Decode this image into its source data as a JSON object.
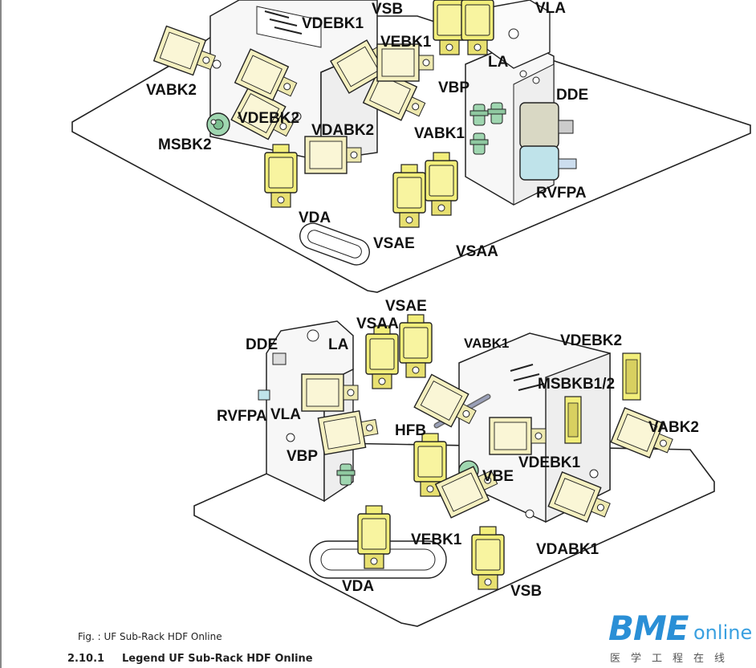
{
  "figure": {
    "caption": "Fig. : UF Sub-Rack HDF Online",
    "section_number": "2.10.1",
    "section_title": "Legend UF Sub-Rack HDF Online"
  },
  "top_view": {
    "labels": {
      "vsb": "VSB",
      "vla": "VLA",
      "vdebk1": "VDEBK1",
      "vebk1": "VEBK1",
      "la": "LA",
      "vabk2": "VABK2",
      "vbp": "VBP",
      "dde": "DDE",
      "vdebk2": "VDEBK2",
      "vdabk2": "VDABK2",
      "vabk1": "VABK1",
      "msbk2": "MSBK2",
      "rvfpa": "RVFPA",
      "vda": "VDA",
      "vsae": "VSAE",
      "vsaa": "VSAA"
    }
  },
  "bottom_view": {
    "labels": {
      "vsae": "VSAE",
      "vsaa": "VSAA",
      "dde": "DDE",
      "la": "LA",
      "vabk1": "VABK1",
      "vdebk2": "VDEBK2",
      "msbkb12": "MSBKB1/2",
      "rvfpa": "RVFPA",
      "vla": "VLA",
      "hfb": "HFB",
      "vabk2": "VABK2",
      "vbp": "VBP",
      "vbe": "VBE",
      "vdebk1": "VDEBK1",
      "vebk1": "VEBK1",
      "vdabk1": "VDABK1",
      "vda": "VDA",
      "vsb": "VSB"
    }
  },
  "logo": {
    "brand": "BME",
    "suffix": "online",
    "subtitle": "医学工程在线"
  },
  "colors": {
    "valve_yellow": "#f2ee7a",
    "valve_cream": "#f5f0c0",
    "valve_dark": "#d8d060",
    "fitting_green": "#9fd6b0",
    "fitting_teal": "#8fd0c8",
    "block_gray": "#f4f4f4",
    "line": "#222222",
    "logo_blue": "#2a8fd6"
  }
}
